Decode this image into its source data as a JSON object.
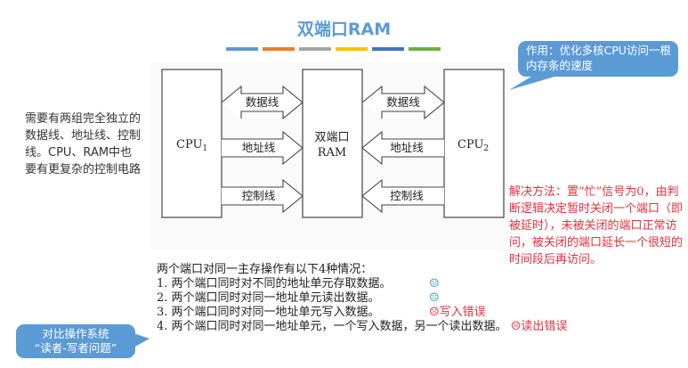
{
  "title": "双端口RAM",
  "title_bar_colors": [
    "#5b9bd5",
    "#ed7d31",
    "#a5a5a5",
    "#ffc000",
    "#4472c4",
    "#70ad47"
  ],
  "diagram": {
    "cpu1": {
      "label": "CPU",
      "sub": "1"
    },
    "ram": {
      "line1": "双端口",
      "line2": "RAM"
    },
    "cpu2": {
      "label": "CPU",
      "sub": "2"
    },
    "left_buses": [
      {
        "label": "数据线",
        "direction": "bidirectional"
      },
      {
        "label": "地址线",
        "direction": "to-ram"
      },
      {
        "label": "控制线",
        "direction": "to-ram"
      }
    ],
    "right_buses": [
      {
        "label": "数据线",
        "direction": "bidirectional"
      },
      {
        "label": "地址线",
        "direction": "to-ram"
      },
      {
        "label": "控制线",
        "direction": "to-ram"
      }
    ]
  },
  "left_note": "需要有两组完全独立的数据线、地址线、控制线。CPU、RAM中也要有更复杂的控制电路",
  "callout_top": "作用：优化多核CPU访问一根内存条的速度",
  "solution_note": "解决方法：置“忙”信号为0，由判断逻辑决定暂时关闭一个端口（即被延时），未被关闭的端口正常访问，被关闭的端口延长一个很短的时间段后再访问。",
  "cases": {
    "intro": "两个端口对同一主存操作有以下4种情况：",
    "items": [
      {
        "text": "1. 两个端口同时对不同的地址单元存取数据。",
        "mark": "☺",
        "mark_text": ""
      },
      {
        "text": "2. 两个端口同时对同一地址单元读出数据。",
        "mark": "☺",
        "mark_text": ""
      },
      {
        "text": "3. 两个端口同时对同一地址单元写入数据。",
        "mark": "☹",
        "mark_text": "写入错误"
      },
      {
        "text": "4. 两个端口同时对同一地址单元，一个写入数据，另一个读出数据。",
        "mark": "☹",
        "mark_text": "读出错误"
      }
    ]
  },
  "callout_bottom": {
    "line1": "对比操作系统",
    "line2": "“读者-写者问题”"
  }
}
